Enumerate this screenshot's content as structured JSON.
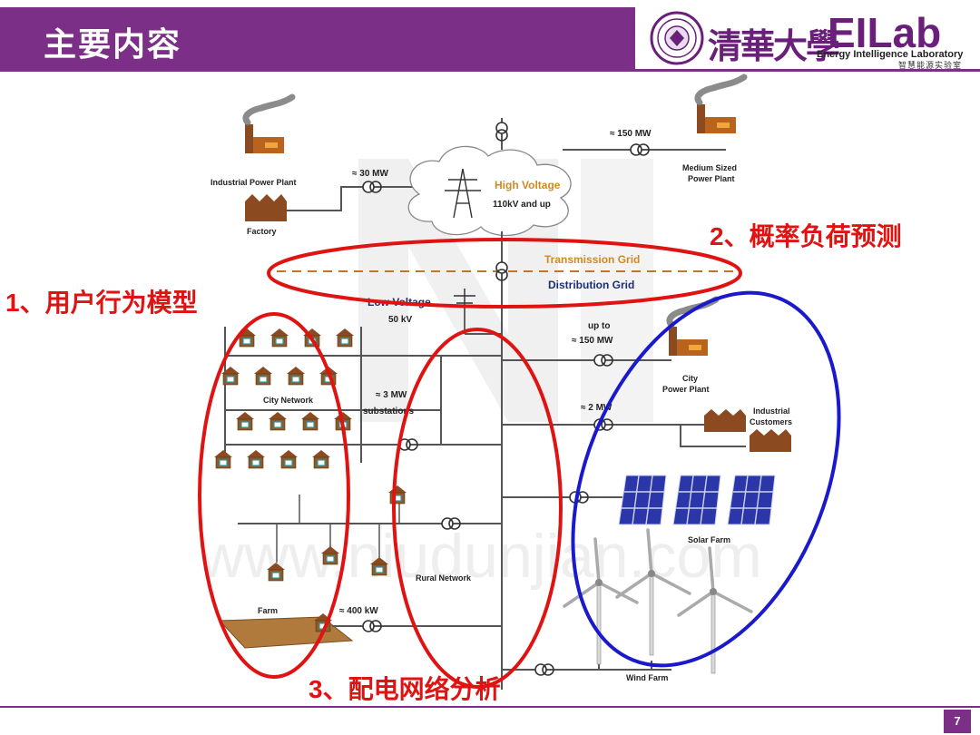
{
  "header": {
    "title": "主要内容",
    "logo_cn": "清華大學",
    "logo_en": "EILab",
    "logo_sub_en": "Energy Intelligence Laboratory",
    "logo_sub_cn": "智慧能源实验室"
  },
  "diagram": {
    "labels": {
      "industrial_plant": "Industrial Power Plant",
      "factory": "Factory",
      "mw30": "≈ 30 MW",
      "high_voltage": "High Voltage",
      "hv_range": "110kV and up",
      "mw150_top": "≈ 150 MW",
      "medium_plant_1": "Medium Sized",
      "medium_plant_2": "Power Plant",
      "transmission_grid": "Transmission Grid",
      "distribution_grid": "Distribution Grid",
      "low_voltage": "Low Voltage",
      "lv_range": "50 kV",
      "up_to": "up to",
      "mw150_mid": "≈ 150  MW",
      "city_plant_1": "City",
      "city_plant_2": "Power Plant",
      "city_network": "City Network",
      "mw3": "≈ 3  MW",
      "substations": "substations",
      "mw2": "≈ 2  MW",
      "industrial_customers_1": "Industrial",
      "industrial_customers_2": "Customers",
      "solar_farm": "Solar Farm",
      "rural_network": "Rural Network",
      "farm": "Farm",
      "kw400": "≈ 400 kW",
      "wind_farm": "Wind Farm"
    },
    "annotations": {
      "user_behavior": "1、用户行为模型",
      "load_forecast": "2、概率负荷预测",
      "distribution_analysis": "3、配电网络分析"
    },
    "watermark": "www.niudunjian.com"
  },
  "footer": {
    "page_number": "7"
  },
  "colors": {
    "brand_purple": "#7b2f86",
    "annotation_red": "#e01313",
    "circle_blue": "#1a1acc",
    "hv_orange": "#d08a25",
    "grid_navy": "#1d2f73"
  },
  "icons": [
    "university-seal-icon",
    "factory-icon",
    "power-plant-icon",
    "transformer-icon",
    "pylon-icon",
    "house-icon",
    "solar-panel-icon",
    "wind-turbine-icon",
    "farm-field-icon"
  ]
}
